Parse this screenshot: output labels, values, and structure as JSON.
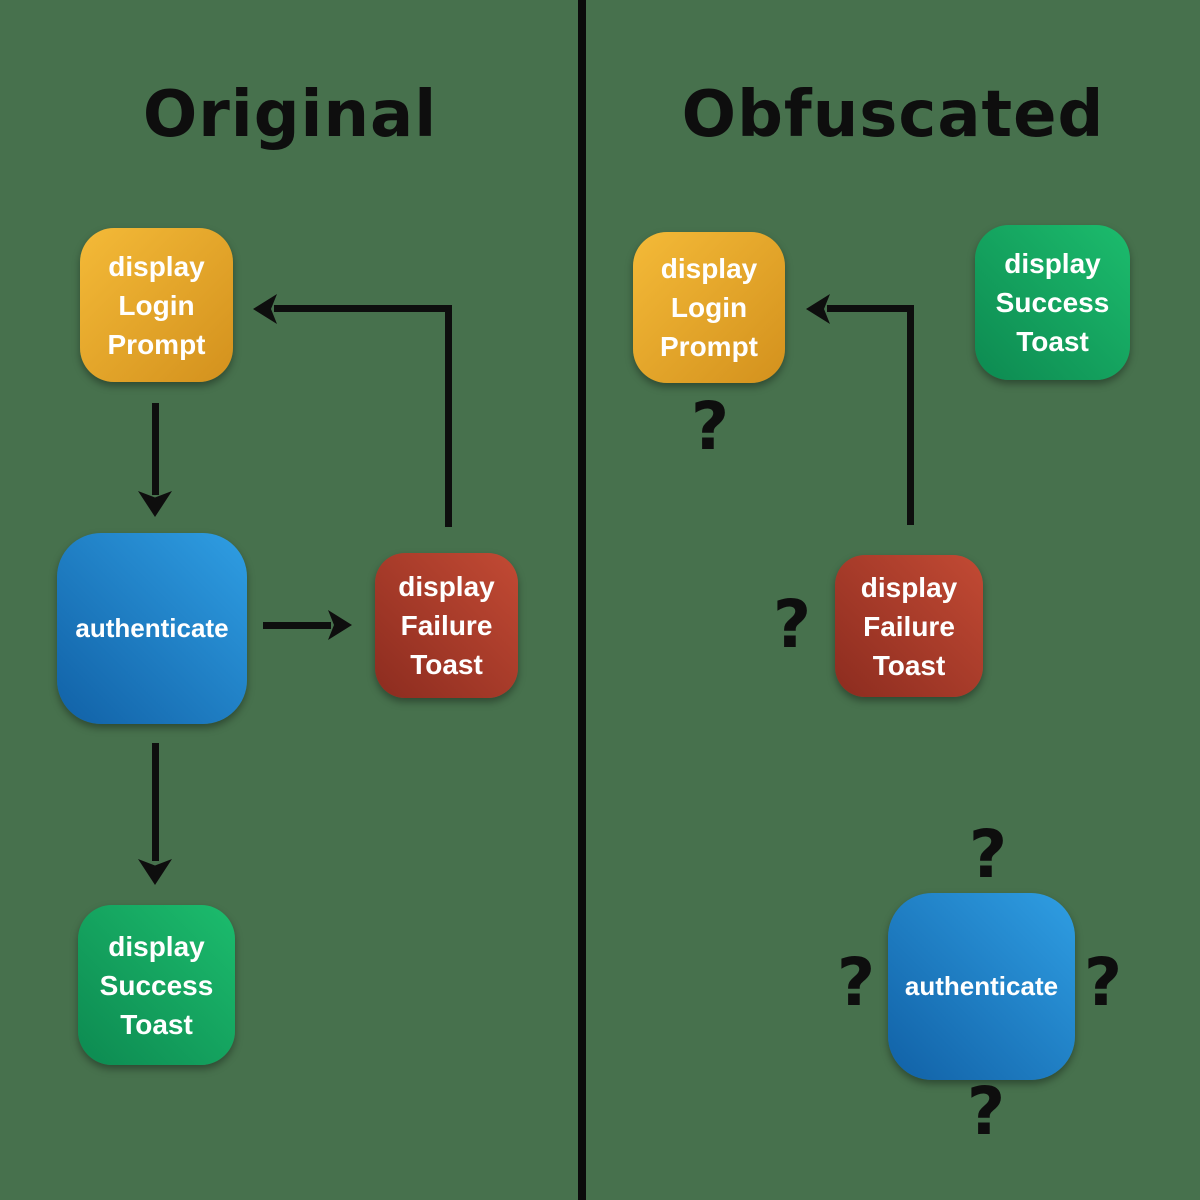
{
  "colors": {
    "background": "#47714d",
    "divider": "#0b0b0b",
    "ink": "#0e0e0e",
    "node_text": "#ffffff",
    "yellow_light": "#f4ba38",
    "yellow_dark": "#d3911d",
    "blue_light": "#2f9ee3",
    "blue_dark": "#1161a6",
    "red_light": "#c24a34",
    "red_dark": "#8c2c1f",
    "green_light": "#1cbc6d",
    "green_dark": "#0d8a51"
  },
  "panels": {
    "original": {
      "title": "Original",
      "nodes": {
        "login_prompt": {
          "lines": [
            "display",
            "Login",
            "Prompt"
          ],
          "color": "yellow"
        },
        "authenticate": {
          "lines": [
            "authenticate"
          ],
          "color": "blue"
        },
        "failure_toast": {
          "lines": [
            "display",
            "Failure",
            "Toast"
          ],
          "color": "red"
        },
        "success_toast": {
          "lines": [
            "display",
            "Success",
            "Toast"
          ],
          "color": "green"
        }
      },
      "edges": [
        {
          "from": "login_prompt",
          "to": "authenticate"
        },
        {
          "from": "authenticate",
          "to": "failure_toast"
        },
        {
          "from": "failure_toast",
          "to": "login_prompt"
        },
        {
          "from": "authenticate",
          "to": "success_toast"
        }
      ]
    },
    "obfuscated": {
      "title": "Obfuscated",
      "nodes": {
        "login_prompt": {
          "lines": [
            "display",
            "Login",
            "Prompt"
          ],
          "color": "yellow"
        },
        "success_toast": {
          "lines": [
            "display",
            "Success",
            "Toast"
          ],
          "color": "green"
        },
        "failure_toast": {
          "lines": [
            "display",
            "Failure",
            "Toast"
          ],
          "color": "red"
        },
        "authenticate": {
          "lines": [
            "authenticate"
          ],
          "color": "blue"
        }
      },
      "edges": [
        {
          "from": "failure_toast",
          "to": "login_prompt"
        }
      ],
      "question_marks": [
        "?",
        "?",
        "?",
        "?",
        "?",
        "?"
      ]
    }
  }
}
